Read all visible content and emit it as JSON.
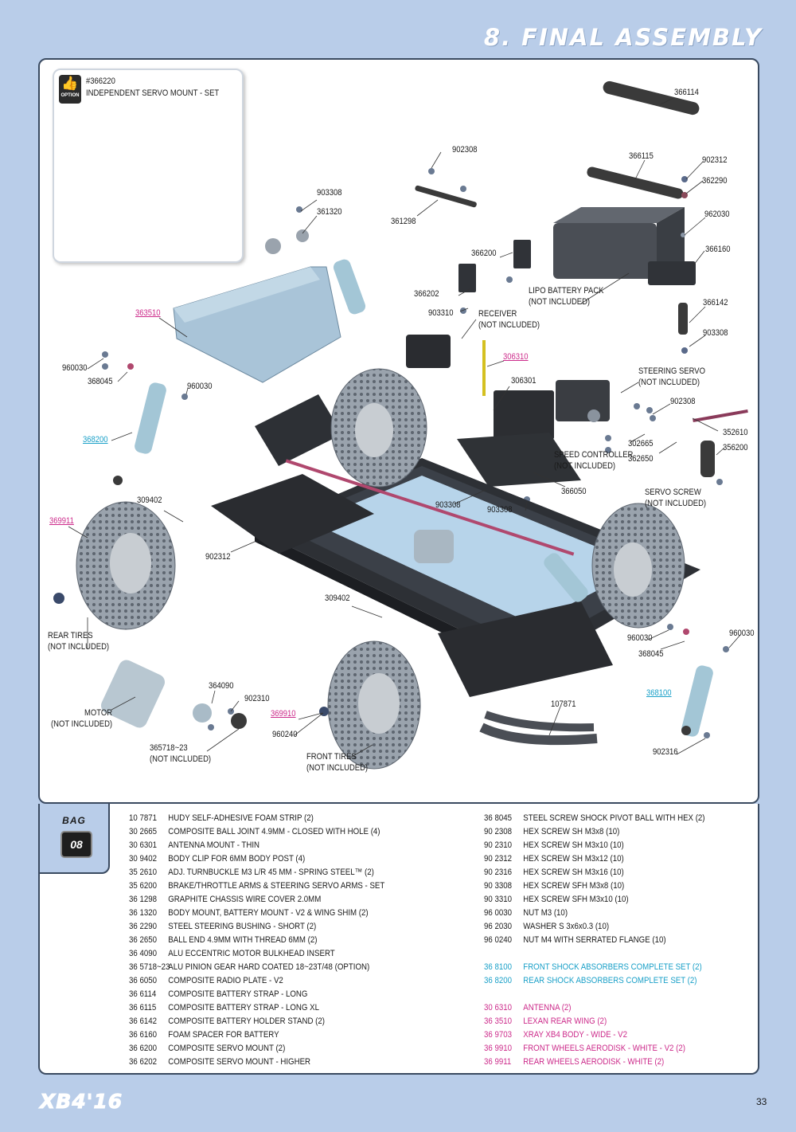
{
  "page": {
    "title": "8. FINAL ASSEMBLY",
    "brand": "XB4'16",
    "number": "33"
  },
  "option": {
    "badge": "OPTION",
    "code": "#366220",
    "name": "INDEPENDENT SERVO MOUNT - SET"
  },
  "labels": {
    "l366114": "366114",
    "l902308a": "902308",
    "l366115": "366115",
    "l902312a": "902312",
    "l362290": "362290",
    "l962030": "962030",
    "l903308a": "903308",
    "l361320": "361320",
    "l361298": "361298",
    "l366200": "366200",
    "l366160": "366160",
    "l366202": "366202",
    "l903310": "903310",
    "receiver": "RECEIVER\n(NOT INCLUDED)",
    "lipo": "LIPO BATTERY PACK\n(NOT INCLUDED)",
    "l366142": "366142",
    "l903308b": "903308",
    "l363510": "363510",
    "l306310": "306310",
    "l960030a": "960030",
    "l368045a": "368045",
    "l960030b": "960030",
    "l306301": "306301",
    "steering_servo": "STEERING SERVO\n(NOT INCLUDED)",
    "l902308b": "902308",
    "l368200": "368200",
    "l352610": "352610",
    "l302665": "302665",
    "l362650": "362650",
    "speed_controller": "SPEED CONTROLLER\n(NOT INCLUDED)",
    "l356200": "356200",
    "l366050": "366050",
    "servo_screw": "SERVO SCREW\n(NOT INCLUDED)",
    "l309402a": "309402",
    "l903308c": "903308",
    "l903308d": "903308",
    "l369911": "369911",
    "l902312b": "902312",
    "l309402b": "309402",
    "rear_tires": "REAR TIRES\n(NOT INCLUDED)",
    "l960030c": "960030",
    "l960030d": "960030",
    "l368045b": "368045",
    "l364090": "364090",
    "l902310": "902310",
    "l107871": "107871",
    "l368100": "368100",
    "motor": "MOTOR\n(NOT INCLUDED)",
    "l369910": "369910",
    "l960240": "960240",
    "l365718": "365718~23\n(NOT INCLUDED)",
    "front_tires": "FRONT TIRES\n(NOT INCLUDED)",
    "l902316": "902316"
  },
  "bag": {
    "label": "BAG",
    "number": "08"
  },
  "parts_left": [
    {
      "code": "10 7871",
      "desc": "HUDY SELF-ADHESIVE FOAM STRIP (2)"
    },
    {
      "code": "30 2665",
      "desc": "COMPOSITE BALL JOINT 4.9MM - CLOSED WITH HOLE (4)"
    },
    {
      "code": "30 6301",
      "desc": "ANTENNA MOUNT - THIN"
    },
    {
      "code": "30 9402",
      "desc": "BODY CLIP FOR 6MM BODY POST (4)"
    },
    {
      "code": "35 2610",
      "desc": "ADJ. TURNBUCKLE M3 L/R 45 MM  - SPRING STEEL™ (2)"
    },
    {
      "code": "35 6200",
      "desc": "BRAKE/THROTTLE ARMS & STEERING SERVO ARMS - SET"
    },
    {
      "code": "36 1298",
      "desc": "GRAPHITE CHASSIS WIRE COVER 2.0MM"
    },
    {
      "code": "36 1320",
      "desc": "BODY MOUNT, BATTERY MOUNT - V2 & WING SHIM (2)"
    },
    {
      "code": "36 2290",
      "desc": "STEEL STEERING BUSHING - SHORT (2)"
    },
    {
      "code": "36 2650",
      "desc": "BALL END 4.9MM WITH THREAD 6MM (2)"
    },
    {
      "code": "36 4090",
      "desc": "ALU ECCENTRIC MOTOR BULKHEAD INSERT"
    },
    {
      "code": "36 5718~23",
      "desc": "ALU PINION GEAR HARD COATED 18~23T/48 (OPTION)"
    },
    {
      "code": "36 6050",
      "desc": "COMPOSITE RADIO PLATE - V2"
    },
    {
      "code": "36 6114",
      "desc": "COMPOSITE BATTERY STRAP - LONG"
    },
    {
      "code": "36 6115",
      "desc": "COMPOSITE BATTERY STRAP - LONG XL"
    },
    {
      "code": "36 6142",
      "desc": "COMPOSITE BATTERY HOLDER STAND (2)"
    },
    {
      "code": "36 6160",
      "desc": "FOAM SPACER FOR BATTERY"
    },
    {
      "code": "36 6200",
      "desc": "COMPOSITE SERVO MOUNT (2)"
    },
    {
      "code": "36 6202",
      "desc": "COMPOSITE SERVO MOUNT - HIGHER"
    }
  ],
  "parts_right_a": [
    {
      "code": "36 8045",
      "desc": "STEEL SCREW SHOCK PIVOT BALL WITH HEX (2)"
    },
    {
      "code": "90 2308",
      "desc": "HEX SCREW  SH M3x8  (10)"
    },
    {
      "code": "90 2310",
      "desc": "HEX SCREW  SH M3x10  (10)"
    },
    {
      "code": "90 2312",
      "desc": "HEX SCREW  SH M3x12  (10)"
    },
    {
      "code": "90 2316",
      "desc": "HEX SCREW  SH M3x16  (10)"
    },
    {
      "code": "90 3308",
      "desc": "HEX SCREW  SFH M3x8  (10)"
    },
    {
      "code": "90 3310",
      "desc": "HEX SCREW  SFH M3x10  (10)"
    },
    {
      "code": "96 0030",
      "desc": "NUT M3  (10)"
    },
    {
      "code": "96 2030",
      "desc": "WASHER S 3x6x0.3  (10)"
    },
    {
      "code": "96 0240",
      "desc": "NUT M4 WITH SERRATED FLANGE  (10)"
    }
  ],
  "parts_right_b": [
    {
      "code": "36 8100",
      "desc": "FRONT SHOCK ABSORBERS COMPLETE SET (2)"
    },
    {
      "code": "36 8200",
      "desc": "REAR SHOCK ABSORBERS COMPLETE SET (2)"
    }
  ],
  "parts_right_c": [
    {
      "code": "30 6310",
      "desc": "ANTENNA (2)"
    },
    {
      "code": "36 3510",
      "desc": "LEXAN REAR WING (2)"
    },
    {
      "code": "36 9703",
      "desc": "XRAY XB4 BODY - WIDE - V2"
    },
    {
      "code": "36 9910",
      "desc": "FRONT WHEELS AERODISK - WHITE - V2 (2)"
    },
    {
      "code": "36 9911",
      "desc": "REAR WHEELS AERODISK - WHITE (2)"
    }
  ],
  "colors": {
    "background": "#b9cde9",
    "shock_link": "#1aa0c8",
    "option_link": "#cc2a8a"
  }
}
